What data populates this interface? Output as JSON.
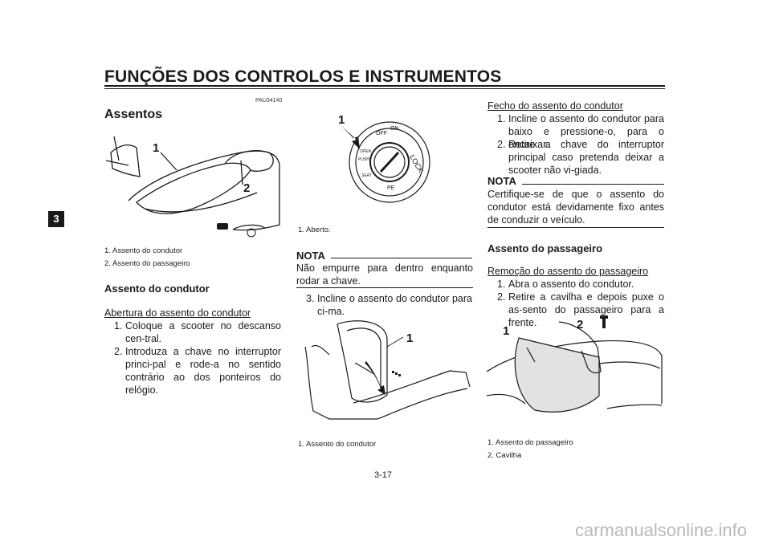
{
  "header": {
    "title": "FUNÇÕES DOS CONTROLOS E INSTRUMENTOS"
  },
  "chapter_tab": "3",
  "page_number": "3-17",
  "col1": {
    "code": "PAU34140",
    "section_title": "Assentos",
    "figure": {
      "callout_1": "1",
      "callout_2": "2"
    },
    "captions": [
      "1. Assento do condutor",
      "2. Assento do passageiro"
    ],
    "subheading": "Assento do condutor",
    "procedure_title": "Abertura do assento do condutor",
    "steps": [
      {
        "num": "1.",
        "text": "Coloque a scooter no descanso cen-tral."
      },
      {
        "num": "2.",
        "text": "Introduza a chave no interruptor princi-pal e rode-a no sentido contrário ao dos ponteiros do relógio."
      }
    ]
  },
  "col2": {
    "figure_top": {
      "callout_1": "1",
      "labels": [
        "ON",
        "OFF",
        "LOCK",
        "OPEN",
        "PUSH",
        "SEAT",
        "PE"
      ]
    },
    "caption_top": "1. Aberto.",
    "nota_label": "NOTA",
    "nota_text": "Não empurre para dentro enquanto rodar a chave.",
    "step3": {
      "num": "3.",
      "text": "Incline o assento do condutor para ci-ma."
    },
    "figure_bottom": {
      "callout_1": "1"
    },
    "caption_bottom": "1. Assento do condutor"
  },
  "col3": {
    "procedure_title": "Fecho do assento do condutor",
    "steps": [
      {
        "num": "1.",
        "text": "Incline o assento do condutor para baixo e pressione-o, para o encaixar."
      },
      {
        "num": "2.",
        "text": "Retire a chave do interruptor principal caso pretenda deixar a scooter não vi-giada."
      }
    ],
    "nota_label": "NOTA",
    "nota_text": "Certifique-se de que o assento do condutor está devidamente fixo antes de conduzir o veículo.",
    "subheading": "Assento do passageiro",
    "procedure_title2": "Remoção do assento do passageiro",
    "steps2": [
      {
        "num": "1.",
        "text": "Abra o assento do condutor."
      },
      {
        "num": "2.",
        "text": "Retire a cavilha e depois puxe o as-sento do passageiro para a frente."
      }
    ],
    "figure": {
      "callout_1": "1",
      "callout_2": "2"
    },
    "captions": [
      "1. Assento do passageiro",
      "2. Cavilha"
    ]
  },
  "watermark": "carmanualsonline.info"
}
